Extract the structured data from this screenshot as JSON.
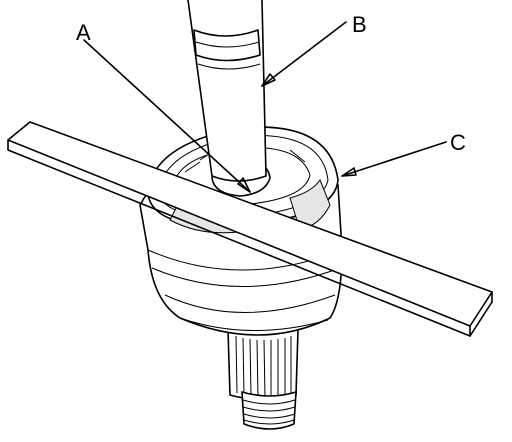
{
  "callouts": [
    {
      "id": "A",
      "label": "A"
    },
    {
      "id": "B",
      "label": "B"
    },
    {
      "id": "C",
      "label": "C"
    }
  ],
  "colors": {
    "ink": "#000000",
    "paper": "#ffffff",
    "shade": "#e6e6e6"
  }
}
